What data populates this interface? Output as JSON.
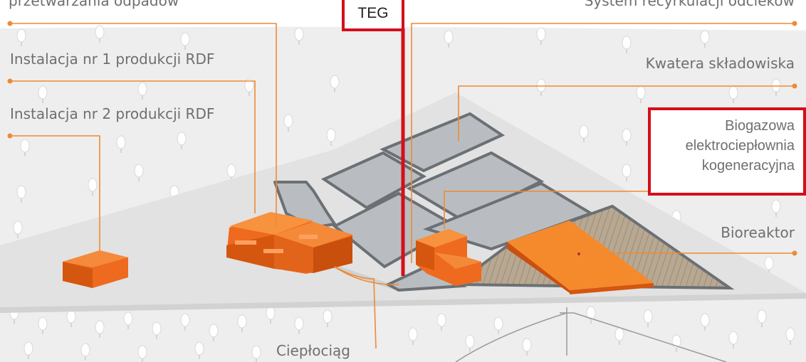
{
  "labels": {
    "waste_processing": "przetwarzania odpadów",
    "rdf1": "Instalacja nr 1 produkcji RDF",
    "rdf2": "Instalacja nr 2 produkcji RDF",
    "teg": "TEG",
    "leachate": "System recyrkulacji odcieków",
    "landfill_cell": "Kwatera składowiska",
    "biogas_line1": "Biogazowa",
    "biogas_line2": "elektrociepłownia",
    "biogas_line3": "kogeneracyjna",
    "bioreactor": "Bioreaktor",
    "heat_pipeline": "Ciepłociąg"
  },
  "colors": {
    "building": "#ee6a1e",
    "building_dark": "#c9500e",
    "line": "#ee8a35",
    "highlight": "#d40f1a",
    "landfill_cell": "#b8bcc0",
    "landfill_wall": "#6b7075",
    "ground": "#e6e6e6"
  }
}
